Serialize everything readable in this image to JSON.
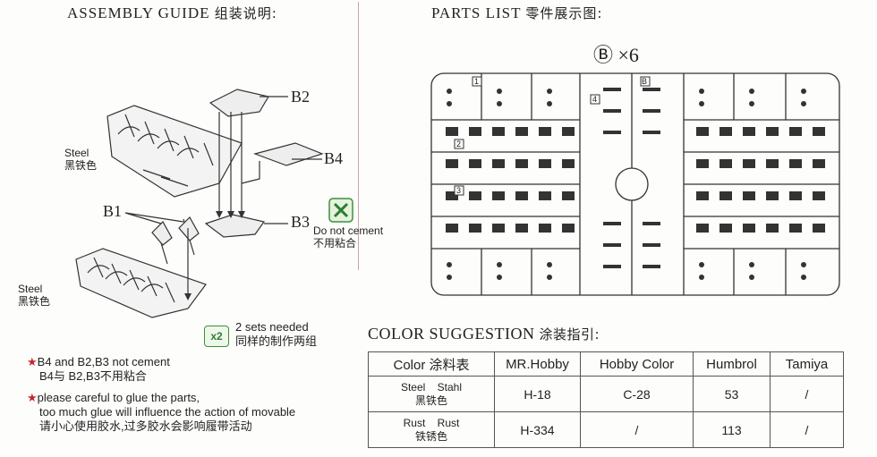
{
  "assembly": {
    "title": "ASSEMBLY GUIDE",
    "title_cn": "组装说明:",
    "parts": {
      "b1": "B1",
      "b2": "B2",
      "b3": "B3",
      "b4": "B4"
    },
    "steel_label_1": {
      "en": "Steel",
      "cn": "黑铁色"
    },
    "steel_label_2": {
      "en": "Steel",
      "cn": "黑铁色"
    },
    "do_not_cement": {
      "en": "Do not cement",
      "cn": "不用粘合"
    },
    "sets": {
      "badge": "x2",
      "en": "2 sets needed",
      "cn": "同样的制作两组"
    }
  },
  "notes": [
    {
      "star": "★",
      "line1": "B4 and B2,B3 not cement",
      "line2": "B4与 B2,B3不用粘合"
    },
    {
      "star": "★",
      "line1": "please careful to glue the parts,",
      "line2": "too much glue will influence the action of movable",
      "line3": "请小心使用胶水,过多胶水会影响履带活动"
    }
  ],
  "parts_list": {
    "title": "PARTS LIST",
    "title_cn": "零件展示图:",
    "sprue_letter": "Ⓑ",
    "sprue_count": "×6",
    "sprue_numbers": [
      "1",
      "2",
      "3",
      "4",
      "B"
    ]
  },
  "colors": {
    "title": "COLOR SUGGESTION",
    "title_cn": "涂装指引:",
    "header": [
      "Color 涂料表",
      "MR.Hobby",
      "Hobby Color",
      "Humbrol",
      "Tamiya"
    ],
    "rows": [
      {
        "name_en": "Steel",
        "name_de": "Stahl",
        "name_cn": "黑铁色",
        "mrhobby": "H-18",
        "hobby": "C-28",
        "humbrol": "53",
        "tamiya": "/"
      },
      {
        "name_en": "Rust",
        "name_de": "Rust",
        "name_cn": "铁锈色",
        "mrhobby": "H-334",
        "hobby": "/",
        "humbrol": "113",
        "tamiya": "/"
      }
    ],
    "accent": "#c4282b"
  }
}
